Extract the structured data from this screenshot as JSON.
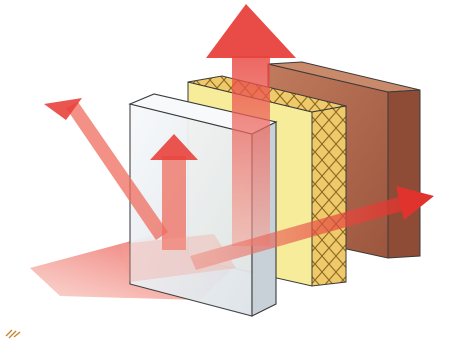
{
  "diagram": {
    "colors": {
      "background": "#ffffff",
      "heat_ray": "#e8423c",
      "heat_ray_light": "#f7b3a8",
      "glass_front": "#eef1f4",
      "glass_side": "#c9d1d8",
      "glass_top": "#f7f9fb",
      "insulation_face": "#f7ec9a",
      "insulation_side": "#e9c95a",
      "insulation_hatch": "#9a7b2a",
      "brick_front": "#b46a4e",
      "brick_side": "#8e4c36",
      "brick_top": "#c98a6c",
      "outline": "#3a3a3a"
    },
    "icons": [
      "incoming-heat-ray",
      "reflected-ray-up",
      "reflected-ray-left",
      "transmitted-ray-right",
      "glass-pane",
      "insulation-layer",
      "brick-wall",
      "small-corner-mark"
    ]
  }
}
